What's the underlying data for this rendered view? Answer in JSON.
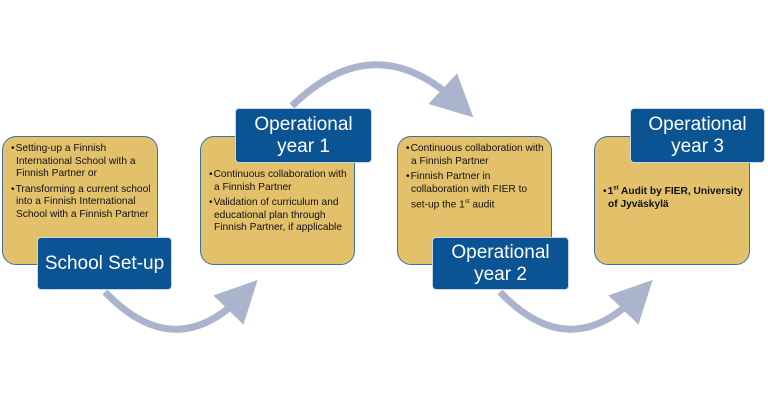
{
  "stages": [
    {
      "title": "School Set-up",
      "bullets": [
        "Setting-up a Finnish International School with a Finnish Partner  or",
        "Transforming a current school into a Finnish International School with a Finnish Partner"
      ]
    },
    {
      "title": "Operational year 1",
      "bullets": [
        "Continuous collaboration with a Finnish Partner",
        "Validation of curriculum and educational plan through Finnish Partner, if applicable"
      ]
    },
    {
      "title": "Operational year 2",
      "bullets": [
        "Continuous collaboration with a Finnish Partner",
        "Finnish Partner in collaboration with FIER to set-up the "
      ],
      "bullet2_sup": "1",
      "bullet2_sup_text": "st",
      "bullet2_tail": " audit"
    },
    {
      "title": "Operational year 3",
      "audit_num": "1",
      "audit_sup": "st",
      "audit_text": " Audit by FIER, University of Jyväskylä"
    }
  ],
  "colors": {
    "gold": "#E2C16A",
    "blue": "#0B5493",
    "arrow": "#AAB4CC"
  }
}
